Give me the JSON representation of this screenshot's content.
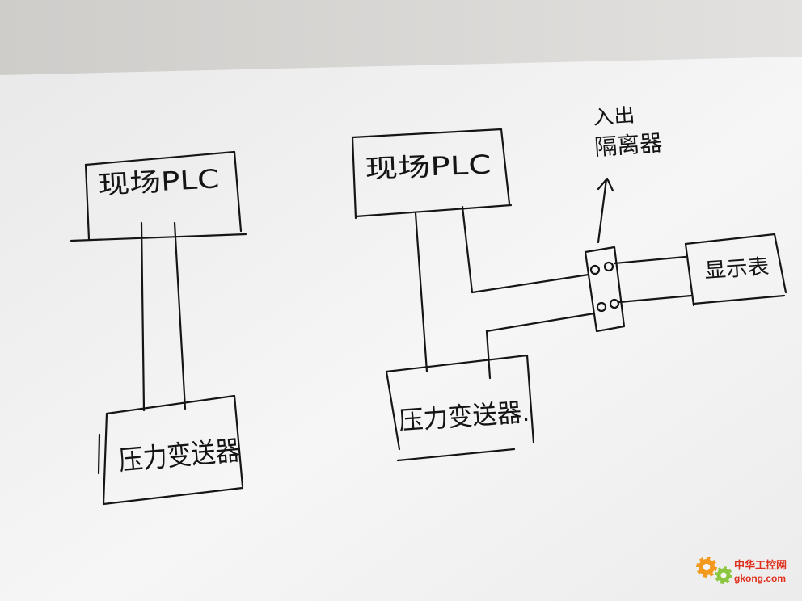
{
  "diagram_left": {
    "plc_label": "现场PLC",
    "sensor_label": "压力变送器"
  },
  "diagram_right": {
    "plc_label": "现场PLC",
    "sensor_label": "压力变送器.",
    "isolator_label_line1": "入出",
    "isolator_label_line2": "隔离器",
    "display_label": "显示表"
  },
  "watermark": {
    "text_cn": "中华工控网",
    "text_en": "gkong.com",
    "gear_colors": [
      "#f39a1e",
      "#8cc63f"
    ]
  }
}
